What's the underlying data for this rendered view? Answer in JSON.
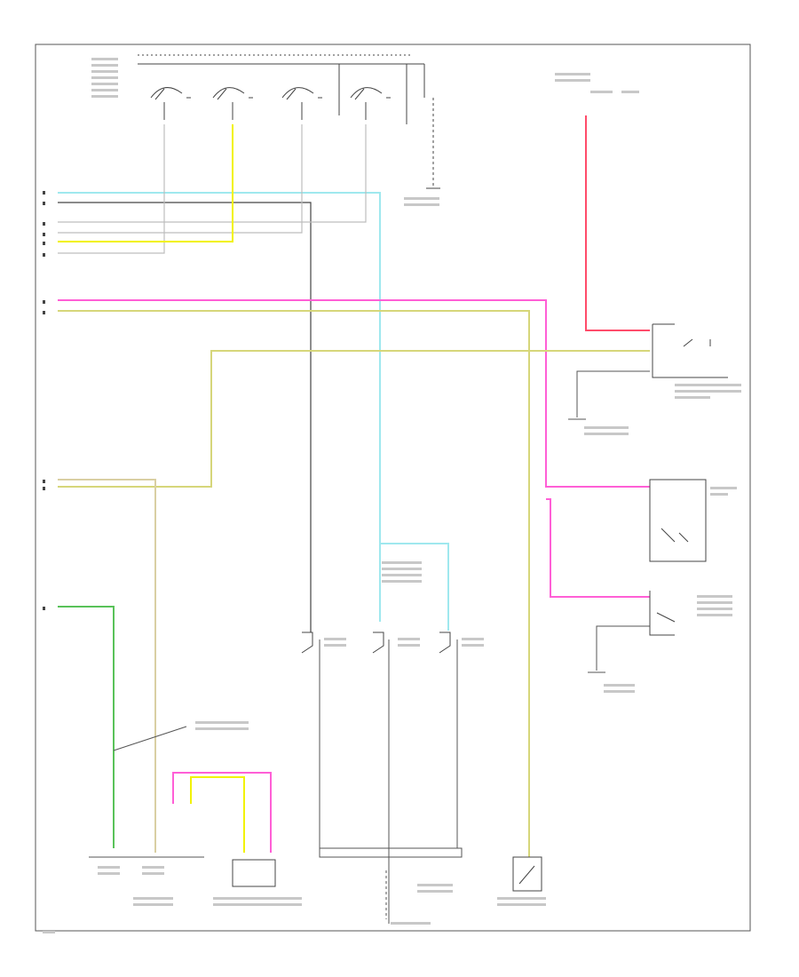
{
  "diagram": {
    "footer_code": ""
  },
  "colors": {
    "frame": "#555555",
    "wire_dark": "#444444",
    "wire_gray": "#bdbdbd",
    "wire_yellow": "#f2f200",
    "wire_lightblue": "#9fe8ee",
    "wire_pink": "#ff5fd6",
    "wire_red": "#ff4c6a",
    "wire_khaki": "#d6d67a",
    "wire_tan": "#d9cfa3",
    "wire_green": "#59c259",
    "label_text": "#333333"
  },
  "wire_sets": [
    "wire_dark",
    "wire_gray",
    "wire_yellow",
    "wire_lightblue",
    "wire_pink",
    "wire_red",
    "wire_khaki",
    "wire_tan",
    "wire_green"
  ]
}
